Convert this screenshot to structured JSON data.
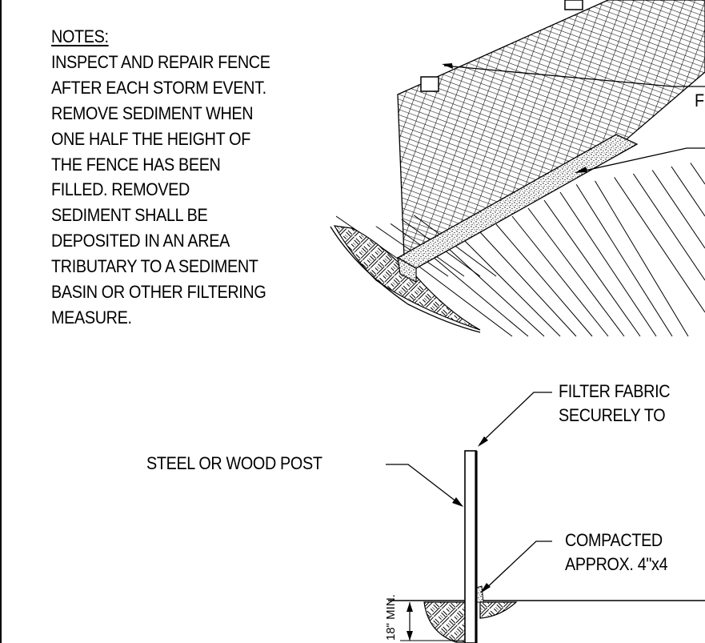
{
  "notes": {
    "heading": "NOTES:",
    "lines": [
      "INSPECT AND REPAIR FENCE",
      "AFTER EACH STORM EVENT.",
      "REMOVE SEDIMENT  WHEN",
      "ONE HALF THE HEIGHT OF",
      "THE  FENCE HAS BEEN",
      "FILLED.  REMOVED",
      "SEDIMENT SHALL BE",
      "DEPOSITED IN AN AREA",
      "TRIBUTARY TO A SEDIMENT",
      "BASIN OR OTHER FILTERING",
      "MEASURE."
    ]
  },
  "labels": {
    "top_right_partial": "F",
    "filter_fabric_line1": "FILTER FABRIC",
    "filter_fabric_line2": "SECURELY TO",
    "post": "STEEL OR WOOD POST",
    "compacted_line1": "COMPACTED",
    "compacted_line2": "APPROX. 4\"x4",
    "depth": "18\" MIN."
  }
}
